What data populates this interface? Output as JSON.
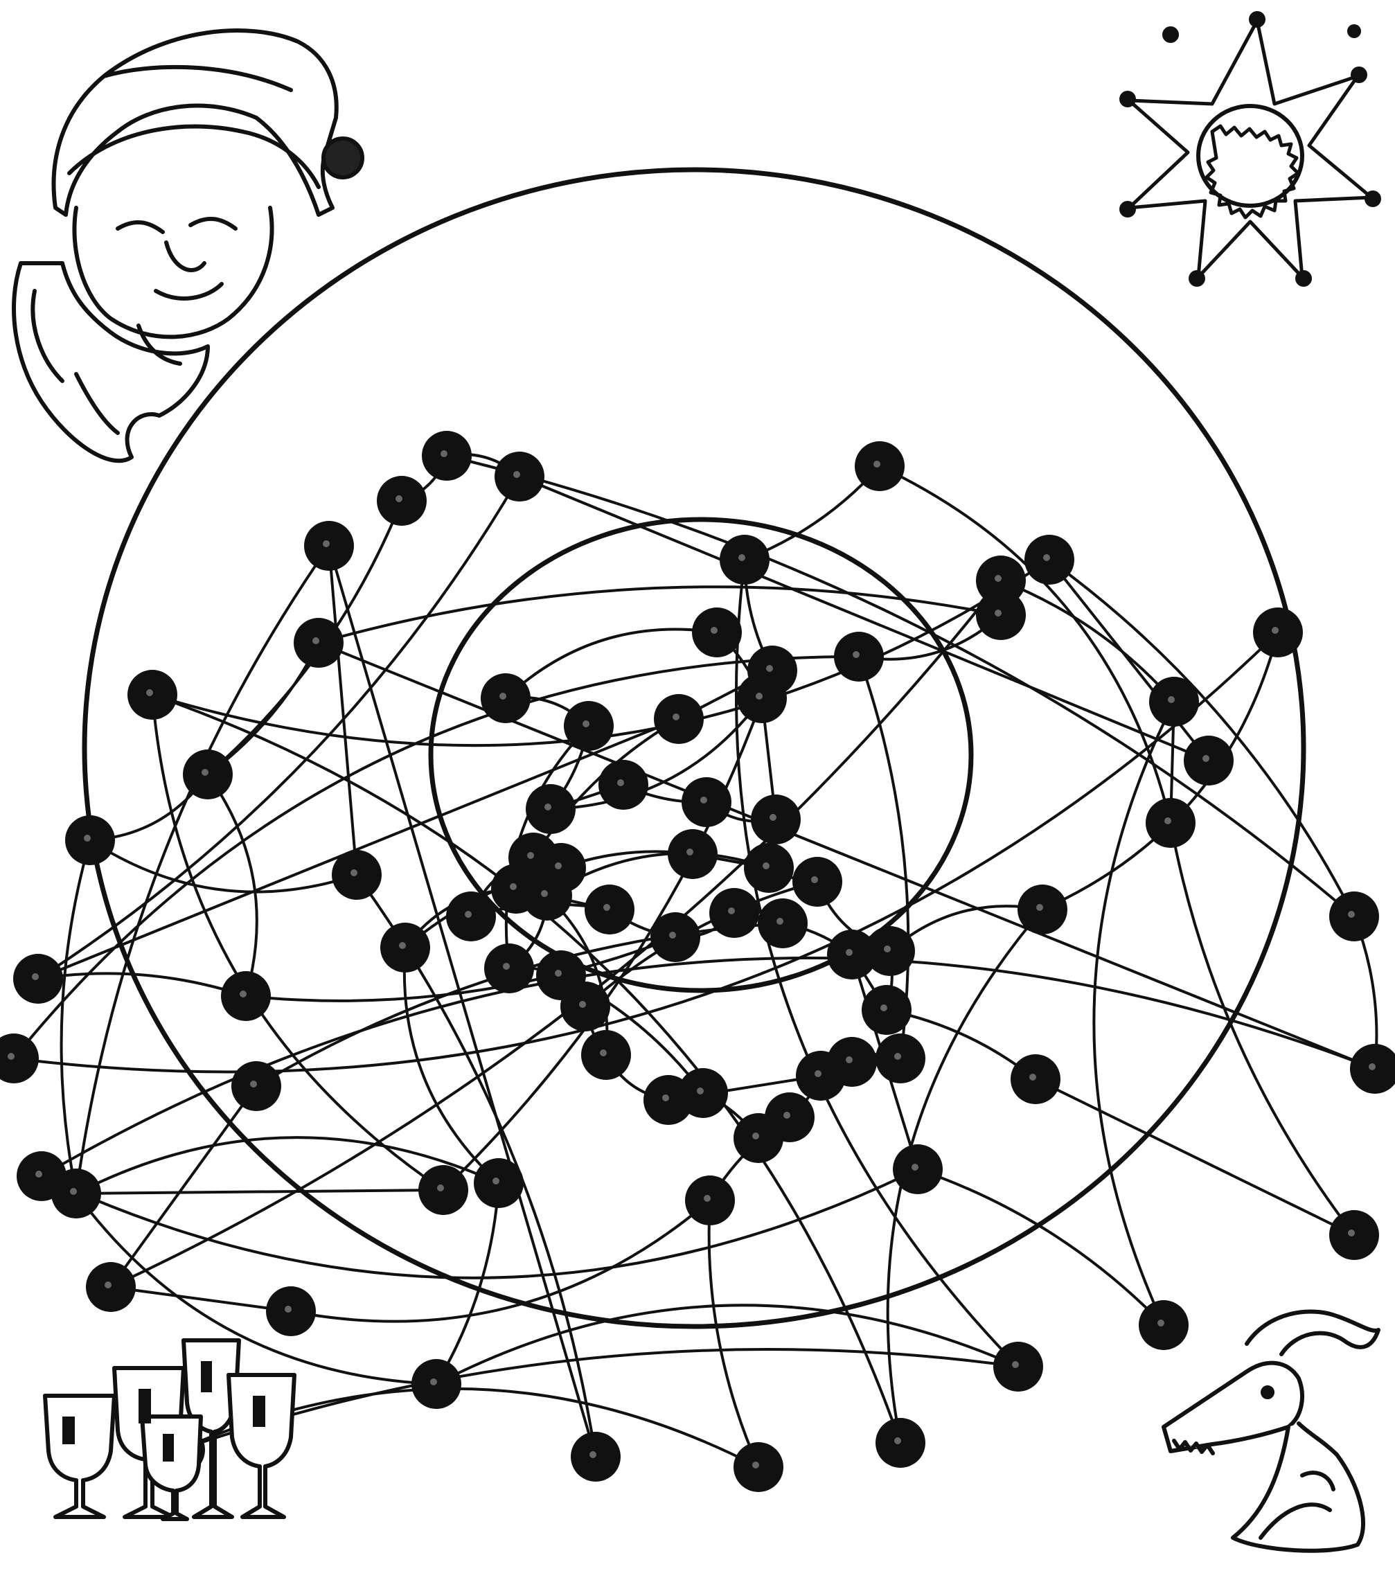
{
  "puzzle": {
    "kind": "maze",
    "theme": "new-year",
    "has_printed_text": false,
    "ink_color": "#111111",
    "paper_color": "#ffffff",
    "node_count": 80,
    "rings": [
      "outer-ring",
      "inner-ring"
    ]
  },
  "corner_pictures": [
    {
      "key": "santa",
      "icon": "santa-claus-icon",
      "corner": "top-left"
    },
    {
      "key": "star",
      "icon": "star-ornament-icon",
      "corner": "top-right"
    },
    {
      "key": "glasses",
      "icon": "wine-glasses-icon",
      "corner": "bottom-left"
    },
    {
      "key": "goat",
      "icon": "goat-icon",
      "corner": "bottom-right"
    }
  ]
}
